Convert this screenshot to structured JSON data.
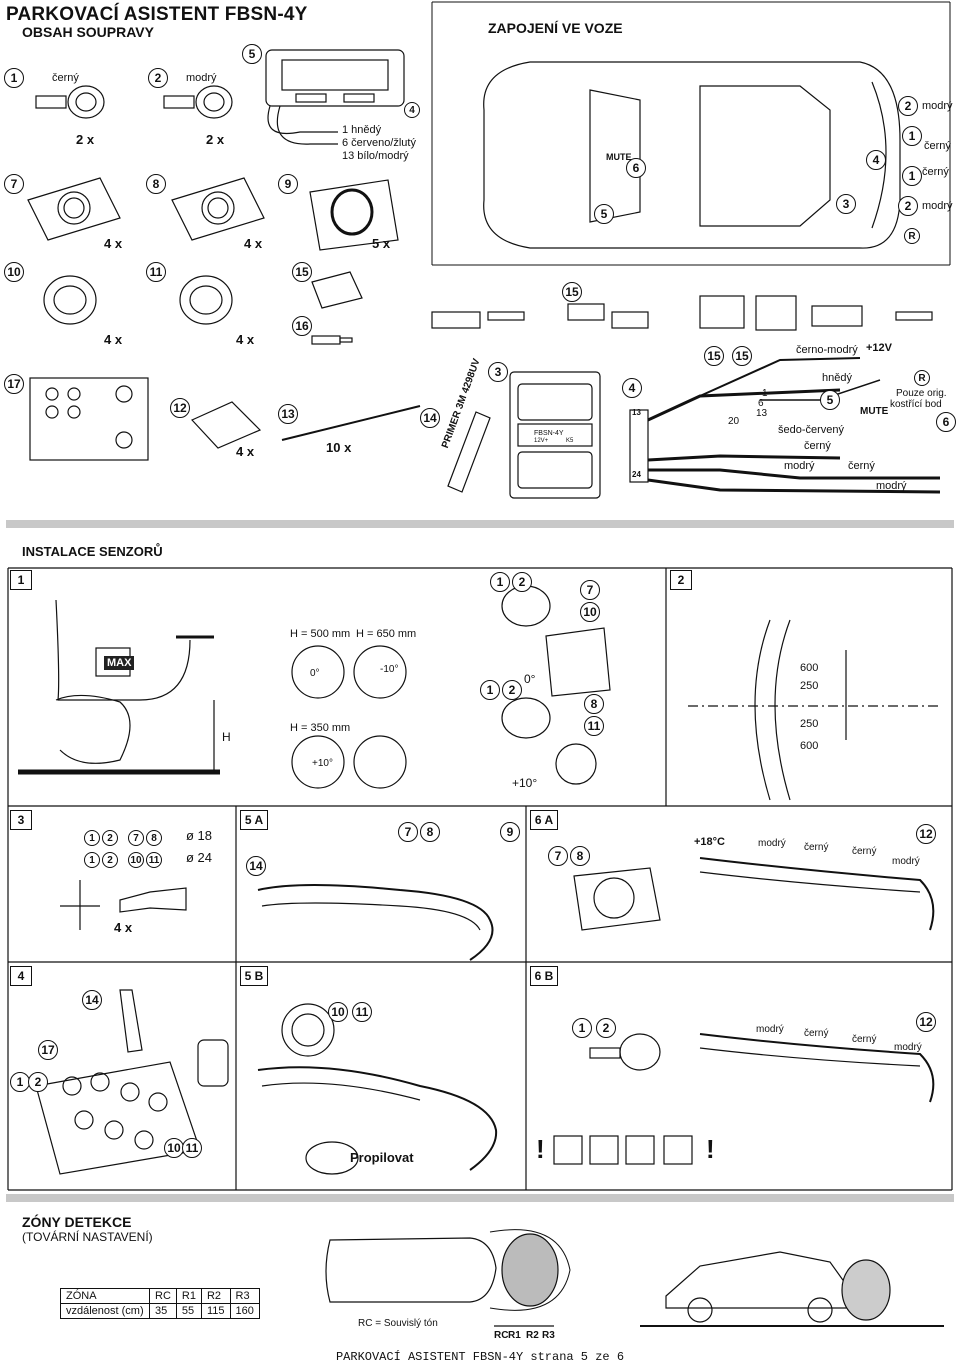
{
  "header": {
    "title": "PARKOVACÍ ASISTENT FBSN-4Y",
    "subtitle": "OBSAH SOUPRAVY"
  },
  "kit": {
    "items": {
      "n1": "1",
      "n2": "2",
      "n3": "3",
      "n4": "4",
      "n5": "5",
      "n6": "6",
      "n7": "7",
      "n8": "8",
      "n9": "9",
      "n10": "10",
      "n11": "11",
      "n12": "12",
      "n13": "13",
      "n14": "14",
      "n15": "15",
      "n16": "16",
      "n17": "17"
    },
    "labels": {
      "cerny": "černý",
      "modry": "modrý",
      "qty_2x": "2 x",
      "qty_4x": "4 x",
      "qty_5x": "5 x",
      "qty_10x": "10 x",
      "wire1": "1 hnědý",
      "wire6": "6 červeno/žlutý",
      "wire13": "13 bílo/modrý",
      "primer": "PRIMER 3M 4298UV",
      "module_name": "FBSN-4Y",
      "module_12v": "12V+",
      "module_k5": "K5"
    }
  },
  "wiring": {
    "title": "ZAPOJENÍ VE VOZE",
    "mute": "MUTE",
    "modry": "modrý",
    "cerny": "černý",
    "r": "R",
    "cerno_modry": "černo-modrý",
    "plus12v": "+12V",
    "hnedy": "hnědý",
    "pouze_orig": "Pouze orig.",
    "kostrici_bod": "kostřící bod",
    "sedo_cerveny": "šedo-červený",
    "pin1": "1",
    "pin6": "6",
    "pin13": "13",
    "pin20": "20",
    "pin24": "24"
  },
  "install": {
    "title": "INSTALACE SENZORŮ",
    "step1": "1",
    "step2": "2",
    "step3": "3",
    "step4": "4",
    "step5a": "5 A",
    "step5b": "5 B",
    "step6a": "6 A",
    "step6b": "6 B",
    "max": "MAX",
    "h": "H",
    "h500": "H = 500 mm",
    "h650": "H = 650 mm",
    "h350": "H = 350 mm",
    "deg0": "0°",
    "deg_m10": "-10°",
    "deg_p10": "+10°",
    "plus10": "+10°",
    "d600": "600",
    "d250": "250",
    "dia18": "ø 18",
    "dia24": "ø 24",
    "qty4": "4 x",
    "temp": "+18°C",
    "propilovat": "Propilovat",
    "excl": "!"
  },
  "zones": {
    "title": "ZÓNY DETEKCE",
    "subtitle": "(TOVÁRNÍ NASTAVENÍ)",
    "headers": [
      "ZÓNA",
      "RC",
      "R1",
      "R2",
      "R3"
    ],
    "row": [
      "vzdálenost (cm)",
      "35",
      "55",
      "115",
      "160"
    ],
    "rc_note": "RC = Souvislý tón",
    "rc": "RC",
    "r1": "R1",
    "r2": "R2",
    "r3": "R3"
  },
  "footer": "PARKOVACÍ ASISTENT FBSN-4Y strana 5 ze 6"
}
